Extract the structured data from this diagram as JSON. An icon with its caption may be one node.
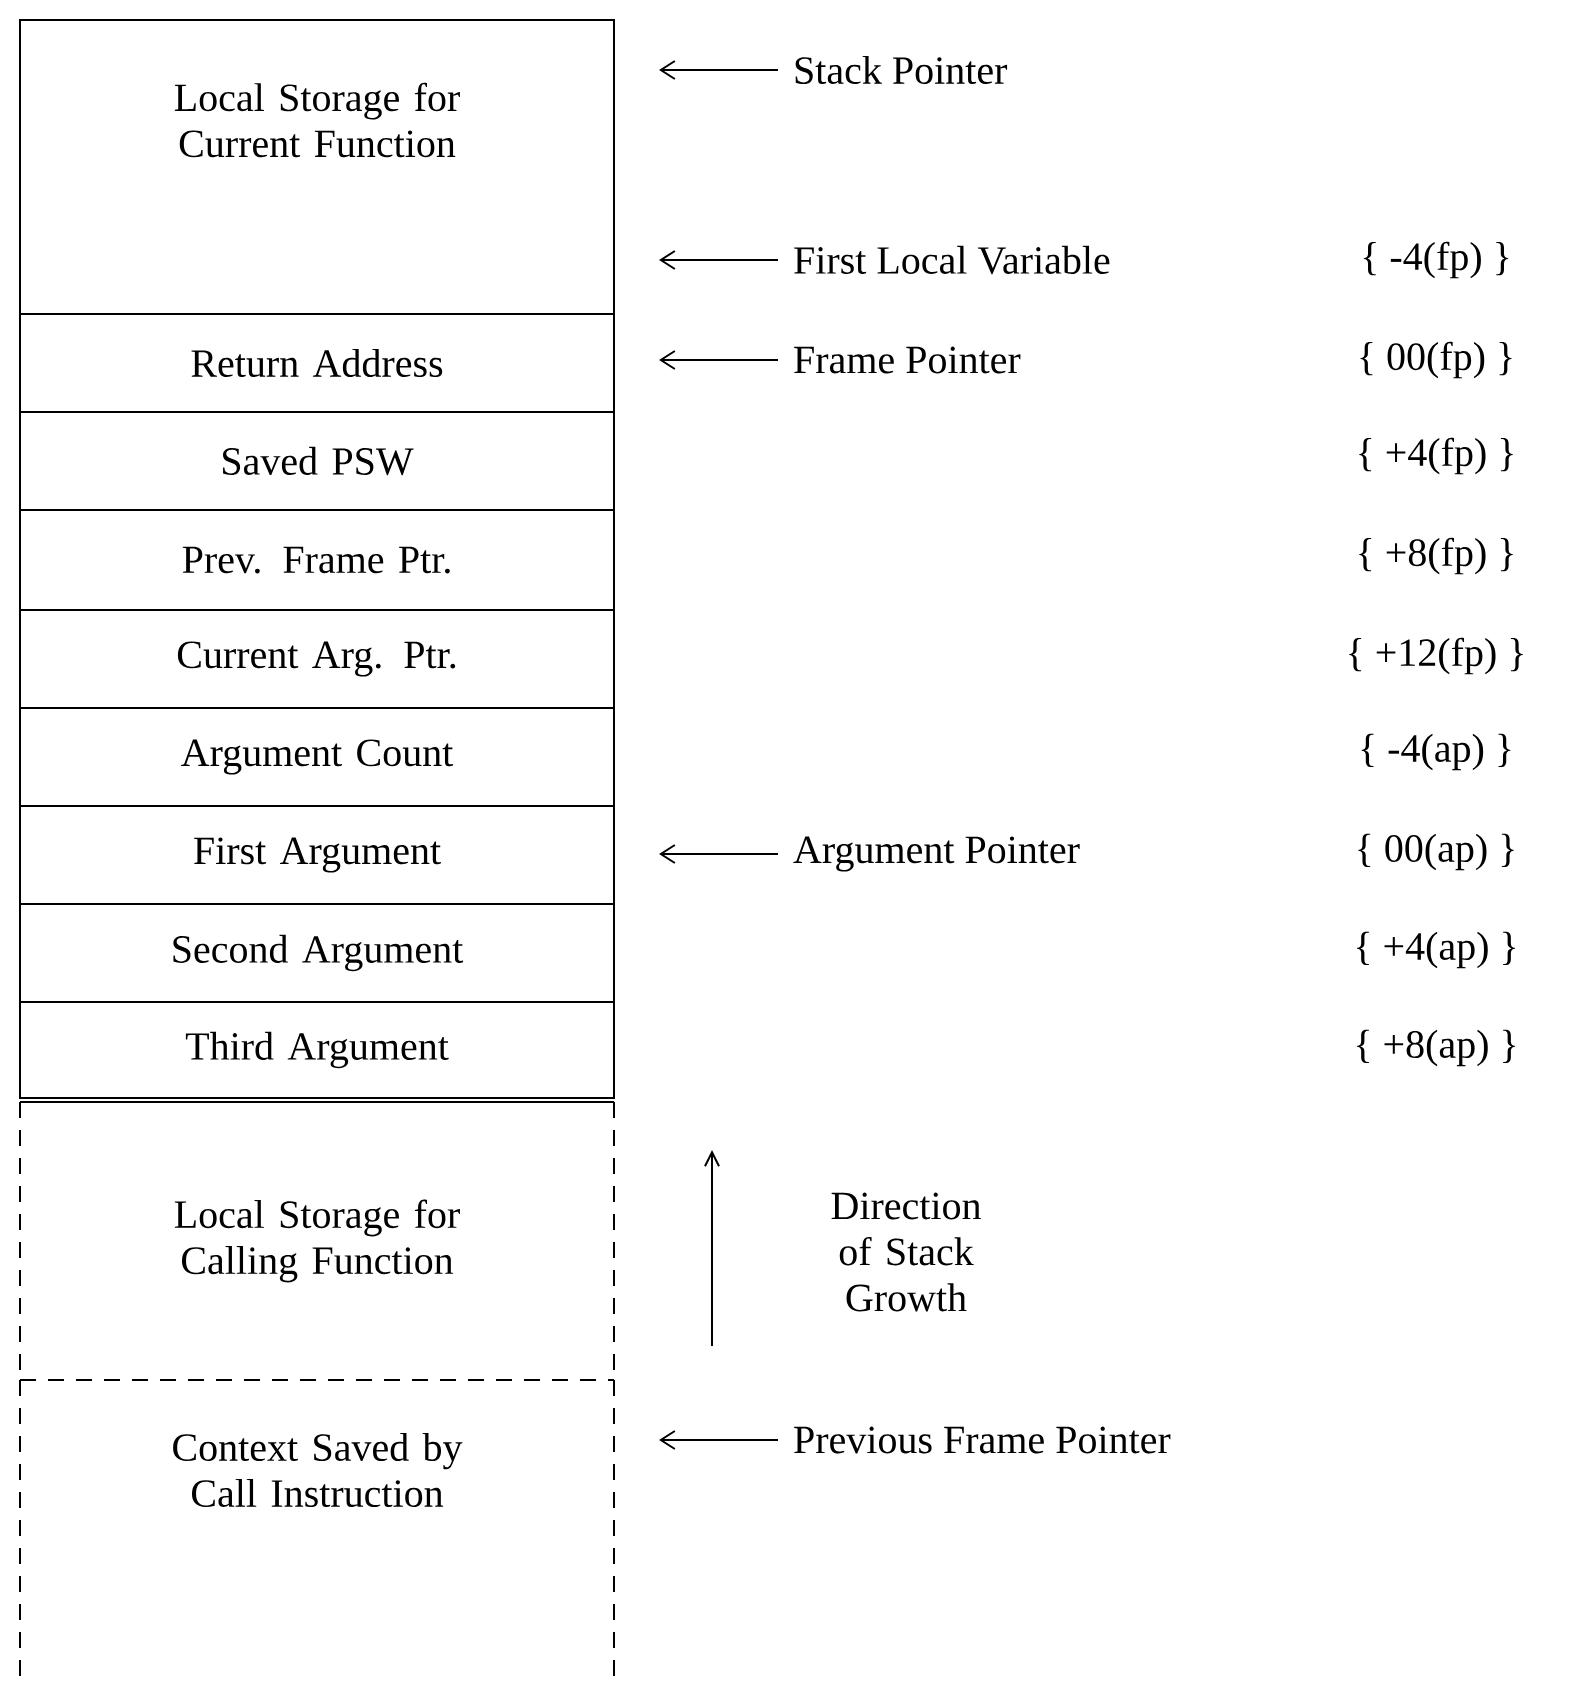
{
  "diagram": {
    "nodes": [
      {
        "text": [
          "Local Storage for Current Function"
        ]
      },
      {
        "text": [
          "Return Address"
        ]
      },
      {
        "text": [
          "Saved PSW"
        ]
      },
      {
        "text": [
          "Prev. Frame Ptr."
        ]
      },
      {
        "text": [
          "Current Arg. Ptr."
        ]
      },
      {
        "text": [
          "Argument Count"
        ]
      },
      {
        "text": [
          "First Argument"
        ]
      },
      {
        "text": [
          "Second Argument"
        ]
      },
      {
        "text": [
          "Third Argument"
        ]
      },
      {
        "text": [
          "Local Storage for Calling Function"
        ]
      },
      {
        "text": [
          "Context Saved by Call Instruction"
        ]
      },
      {
        "text": [
          "Stack Pointer"
        ]
      },
      {
        "text": [
          "First Local Variable"
        ]
      },
      {
        "text": [
          "Frame Pointer"
        ]
      },
      {
        "text": [
          "Argument Pointer"
        ]
      },
      {
        "text": [
          "Previous Frame Pointer"
        ]
      }
    ],
    "edges": [
      {
        "from": 11,
        "to": 0,
        "arrow": "to"
      },
      {
        "from": 12,
        "to": 0,
        "arrow": "to"
      },
      {
        "from": 13,
        "to": 1,
        "arrow": "to"
      },
      {
        "from": 14,
        "to": 6,
        "arrow": "to"
      },
      {
        "from": 15,
        "to": 10,
        "arrow": "to"
      }
    ],
    "labels": [
      "{ -4(fp) }",
      "{ 00(fp) }",
      "{ +4(fp) }",
      "{ +8(fp) }",
      "{ +12(fp) }",
      "{ -4(ap) }",
      "{ 00(ap) }",
      "{ +4(ap) }",
      "{ +8(ap) }",
      "Direction of Stack Growth"
    ]
  }
}
